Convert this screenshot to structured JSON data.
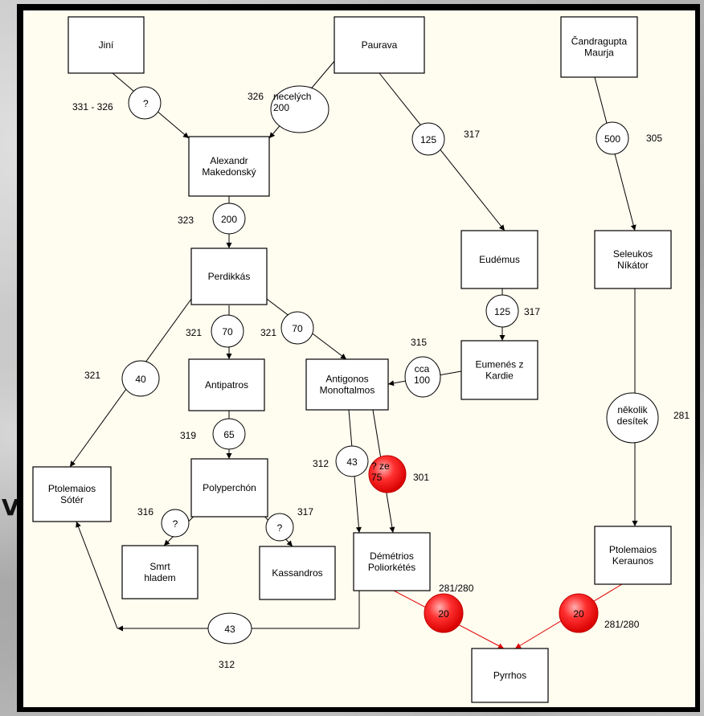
{
  "nodes": {
    "jini": [
      "Jiní"
    ],
    "paurava": [
      "Paurava"
    ],
    "candragupta": [
      "Čandragupta",
      "Maurja"
    ],
    "alexandr": [
      "Alexandr",
      "Makedonský"
    ],
    "eudemus": [
      "Eudémus"
    ],
    "seleukos": [
      "Seleukos",
      "Níkátor"
    ],
    "perdikkas": [
      "Perdikkás"
    ],
    "eumenes": [
      "Eumenés z",
      "Kardie"
    ],
    "antipatros": [
      "Antipatros"
    ],
    "antigonos": [
      "Antigonos",
      "Monoftalmos"
    ],
    "ptolemaios_soter": [
      "Ptolemaios",
      "Sótér"
    ],
    "polyperchon": [
      "Polyperchón"
    ],
    "smrt_hladem": [
      "Smrt",
      "hladem"
    ],
    "kassandros": [
      "Kassandros"
    ],
    "demetrios": [
      "Démétrios",
      "Poliorkétés"
    ],
    "ptolemaios_keraunos": [
      "Ptolemaios",
      "Keraunos"
    ],
    "pyrrhos": [
      "Pyrrhos"
    ]
  },
  "elephant_counts": {
    "jini_alexandr": [
      "?"
    ],
    "paurava_alexandr": [
      "necelých",
      "200"
    ],
    "paurava_eudemus": [
      "125"
    ],
    "candragupta_seleukos": [
      "500"
    ],
    "alexandr_perdikkas": [
      "200"
    ],
    "eudemus_eumenes": [
      "125"
    ],
    "perdikkas_antipatros": [
      "70"
    ],
    "perdikkas_antigonos": [
      "70"
    ],
    "perdikkas_ptolemaios": [
      "40"
    ],
    "eumenes_antigonos": [
      "cca",
      "100"
    ],
    "antipatros_polyperchon": [
      "65"
    ],
    "seleukos_keraunos": [
      "několik",
      "desítek"
    ],
    "antigonos_demetrios_a": [
      "43"
    ],
    "antigonos_demetrios_b": [
      "? ze",
      "75"
    ],
    "polyperchon_smrt": [
      "?"
    ],
    "polyperchon_kassandros": [
      "?"
    ],
    "demetrios_ptolemaios": [
      "43"
    ],
    "demetrios_pyrrhos": [
      "20"
    ],
    "keraunos_pyrrhos": [
      "20"
    ]
  },
  "years": {
    "jini_alexandr": "331 - 326",
    "paurava_alexandr": "326",
    "paurava_eudemus": "317",
    "candragupta_seleukos": "305",
    "alexandr_perdikkas": "323",
    "eudemus_eumenes": "317",
    "perdikkas_antipatros": "321",
    "perdikkas_antigonos": "321",
    "perdikkas_ptolemaios": "321",
    "eumenes_antigonos": "315",
    "antipatros_polyperchon": "319",
    "seleukos_keraunos": "281",
    "antigonos_demetrios_a": "312",
    "antigonos_demetrios_b": "301",
    "polyperchon_smrt": "316",
    "polyperchon_kassandros": "317",
    "demetrios_ptolemaios": "312",
    "demetrios_pyrrhos": "281/280",
    "keraunos_pyrrhos": "281/280"
  },
  "background_letter": "V",
  "colors": {
    "line": "#000000",
    "red_line": "#e00000",
    "red_fill": "#ff1010",
    "box_fill": "#ffffff",
    "canvas": "#fffcf0"
  }
}
